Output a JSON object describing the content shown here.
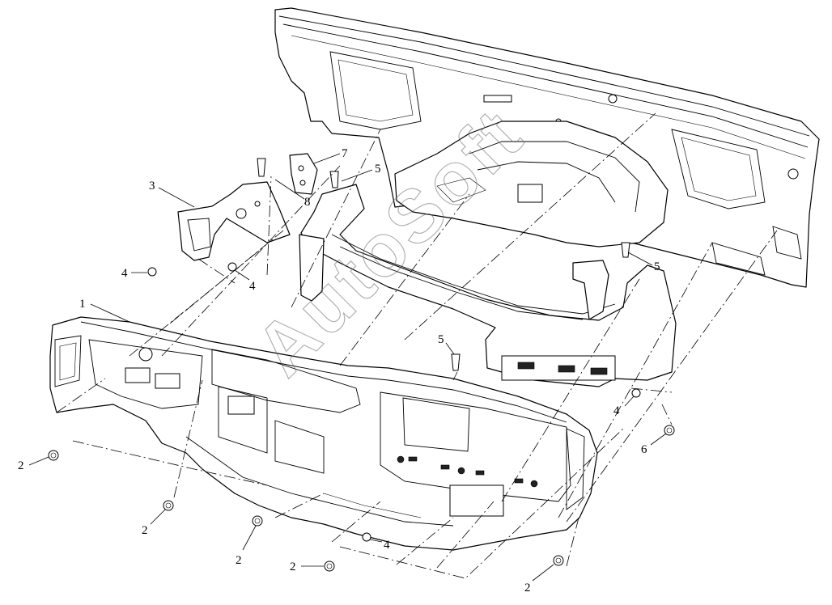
{
  "watermark": "AutoSoft",
  "callouts": {
    "c1": "1",
    "c2a": "2",
    "c2b": "2",
    "c2c": "2",
    "c2d": "2",
    "c2e": "2",
    "c3": "3",
    "c4a": "4",
    "c4b": "4",
    "c4c": "4",
    "c4d": "4",
    "c5a": "5",
    "c5b": "5",
    "c5c": "5",
    "c6": "6",
    "c7": "7",
    "c8": "8"
  }
}
